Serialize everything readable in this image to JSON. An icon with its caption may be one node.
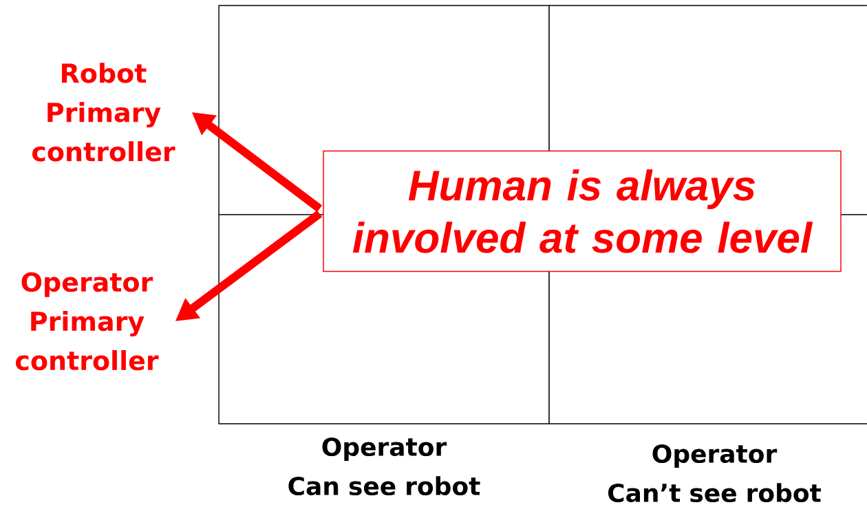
{
  "diagram": {
    "nodes": [
      {
        "text": [
          "Robot Primary controller"
        ]
      },
      {
        "text": [
          "Operator Primary controller"
        ]
      },
      {
        "text": [
          "Human is always involved at some level"
        ]
      }
    ],
    "edges": [
      {
        "from": 2,
        "to": 0,
        "arrow": "to"
      },
      {
        "from": 2,
        "to": 1,
        "arrow": "to"
      }
    ],
    "labels": [
      "Operator Can see robot",
      "Operator Can’t see robot"
    ]
  }
}
